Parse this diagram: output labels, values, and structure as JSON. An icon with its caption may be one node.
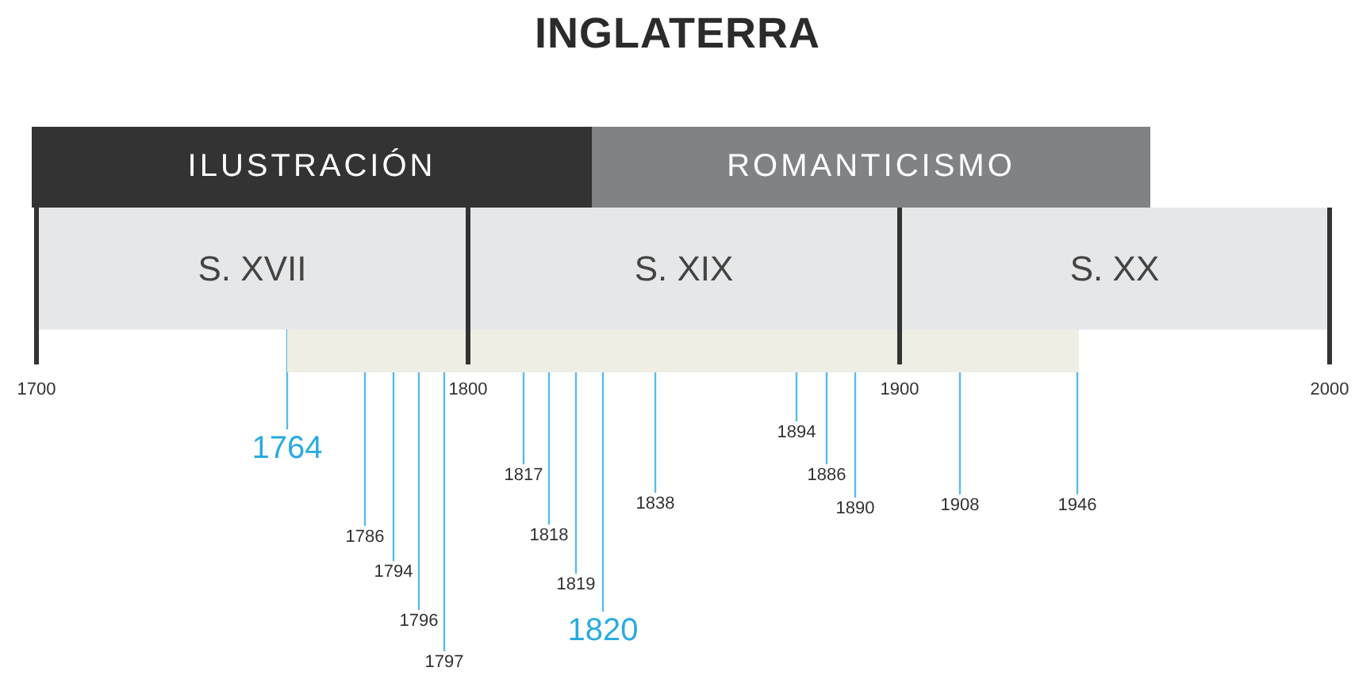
{
  "diagram": {
    "title": "INGLATERRA",
    "nodes": [
      {
        "text": [
          "ILUSTRACIÓN"
        ]
      },
      {
        "text": [
          "ROMANTICISMO"
        ]
      },
      {
        "text": [
          "S. XVII"
        ]
      },
      {
        "text": [
          "S. XIX"
        ]
      },
      {
        "text": [
          "S. XX"
        ]
      },
      {
        "text": [],
        "shape": "bar"
      },
      {
        "text": [
          "1764"
        ]
      },
      {
        "text": [
          "1786"
        ]
      },
      {
        "text": [
          "1794"
        ]
      },
      {
        "text": [
          "1796"
        ]
      },
      {
        "text": [
          "1797"
        ]
      },
      {
        "text": [
          "1817"
        ]
      },
      {
        "text": [
          "1818"
        ]
      },
      {
        "text": [
          "1819"
        ]
      },
      {
        "text": [
          "1820"
        ]
      },
      {
        "text": [
          "1838"
        ]
      },
      {
        "text": [
          "1894"
        ]
      },
      {
        "text": [
          "1886"
        ]
      },
      {
        "text": [
          "1890"
        ]
      },
      {
        "text": [
          "1908"
        ]
      },
      {
        "text": [
          "1946"
        ]
      }
    ],
    "edges": [
      {
        "from": 6,
        "to": 5,
        "arrow": "none"
      },
      {
        "from": 7,
        "to": 5,
        "arrow": "none"
      },
      {
        "from": 8,
        "to": 5,
        "arrow": "none"
      },
      {
        "from": 9,
        "to": 5,
        "arrow": "none"
      },
      {
        "from": 10,
        "to": 5,
        "arrow": "none"
      },
      {
        "from": 11,
        "to": 5,
        "arrow": "none"
      },
      {
        "from": 12,
        "to": 5,
        "arrow": "none"
      },
      {
        "from": 13,
        "to": 5,
        "arrow": "none"
      },
      {
        "from": 14,
        "to": 5,
        "arrow": "none"
      },
      {
        "from": 15,
        "to": 5,
        "arrow": "none"
      },
      {
        "from": 16,
        "to": 5,
        "arrow": "none"
      },
      {
        "from": 17,
        "to": 5,
        "arrow": "none"
      },
      {
        "from": 18,
        "to": 5,
        "arrow": "none"
      },
      {
        "from": 19,
        "to": 5,
        "arrow": "none"
      },
      {
        "from": 20,
        "to": 5,
        "arrow": "none"
      }
    ],
    "labels": [
      "1700",
      "1800",
      "1900",
      "2000"
    ]
  }
}
